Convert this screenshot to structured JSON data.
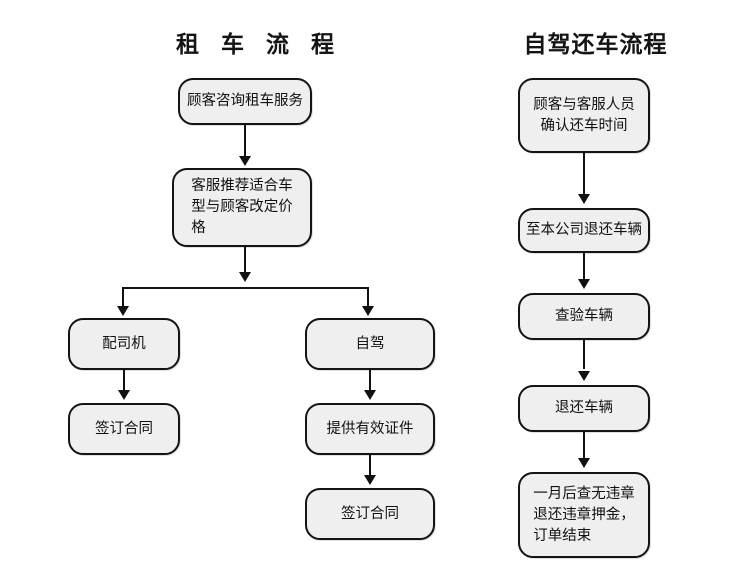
{
  "diagram": {
    "background_color": "#ffffff",
    "node_fill_color": "#efeff0",
    "node_border_color": "#141414",
    "connector_color": "#111111",
    "text_color": "#111111"
  },
  "columns": [
    {
      "id": "rental-process",
      "title": "租 车 流 程",
      "nodes": [
        {
          "id": "l1",
          "label": "顾客咨询租车服务"
        },
        {
          "id": "l2",
          "label": "客服推荐适合车\n型与顾客改定价\n格"
        },
        {
          "id": "l3a",
          "label": "配司机"
        },
        {
          "id": "l4a",
          "label": "签订合同"
        },
        {
          "id": "l3b",
          "label": "自驾"
        },
        {
          "id": "l4b",
          "label": "提供有效证件"
        },
        {
          "id": "l5b",
          "label": "签订合同"
        }
      ]
    },
    {
      "id": "return-process",
      "title": "自驾还车流程",
      "nodes": [
        {
          "id": "r1",
          "label": "顾客与客服人员\n确认还车时间"
        },
        {
          "id": "r2",
          "label": "至本公司退还车辆"
        },
        {
          "id": "r3",
          "label": "查验车辆"
        },
        {
          "id": "r4",
          "label": "退还车辆"
        },
        {
          "id": "r5",
          "label": "一月后查无违章\n退还违章押金，\n订单结束"
        }
      ]
    }
  ]
}
